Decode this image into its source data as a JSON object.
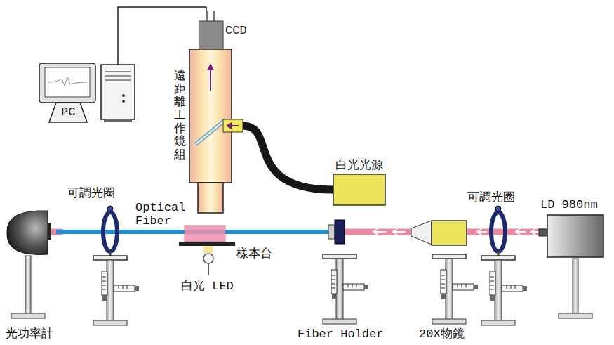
{
  "diagram": {
    "nodes": [
      {
        "text": [
          "PC"
        ]
      },
      {
        "text": [
          "CCD"
        ]
      },
      {
        "text": [
          "遠距離工作鏡組"
        ]
      },
      {
        "text": [
          "白光光源"
        ]
      },
      {
        "text": [
          "LD 980nm"
        ]
      }
    ],
    "edges": [
      {
        "from": 1,
        "to": 0,
        "arrow": "none"
      },
      {
        "from": 3,
        "to": 2,
        "arrow": "none"
      }
    ],
    "labels": [
      "可調光圈",
      "Optical Fiber",
      "樣本台",
      "白光 LED",
      "光功率計",
      "Fiber Holder",
      "20X物鏡",
      "可調光圈"
    ]
  }
}
